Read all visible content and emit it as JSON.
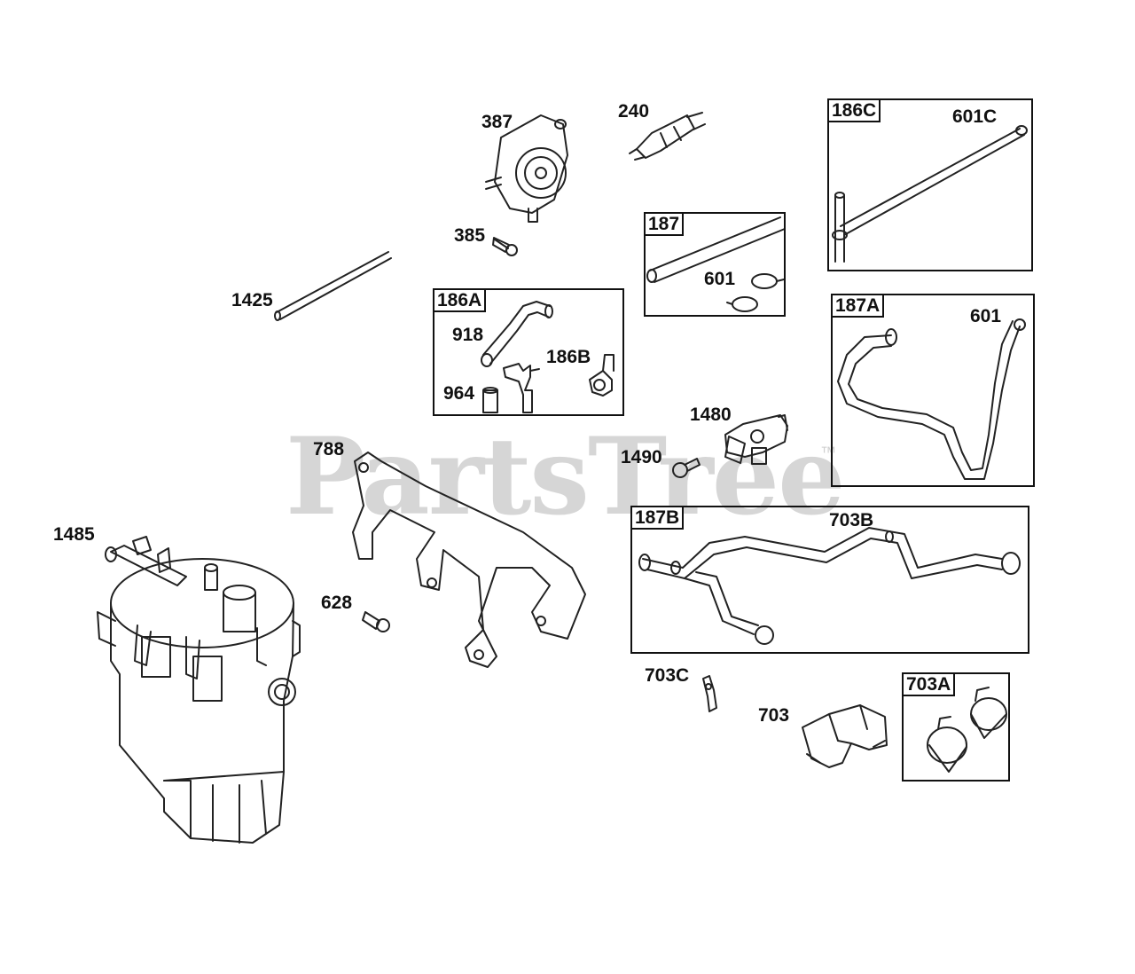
{
  "watermark": {
    "text": "PartsTree",
    "tm": "™"
  },
  "parts": {
    "p387": "387",
    "p240": "240",
    "p385": "385",
    "p1425": "1425",
    "p788": "788",
    "p1485": "1485",
    "p628": "628",
    "p1480": "1480",
    "p1490": "1490",
    "p703C": "703C",
    "p703": "703"
  },
  "boxes": {
    "b186C": {
      "tag": "186C",
      "label": "601C"
    },
    "b187": {
      "tag": "187",
      "label": "601"
    },
    "b186A": {
      "tag": "186A",
      "l918": "918",
      "l186B": "186B",
      "l964": "964"
    },
    "b187A": {
      "tag": "187A",
      "label": "601"
    },
    "b187B": {
      "tag": "187B",
      "label": "703B"
    },
    "b703A": {
      "tag": "703A"
    }
  }
}
